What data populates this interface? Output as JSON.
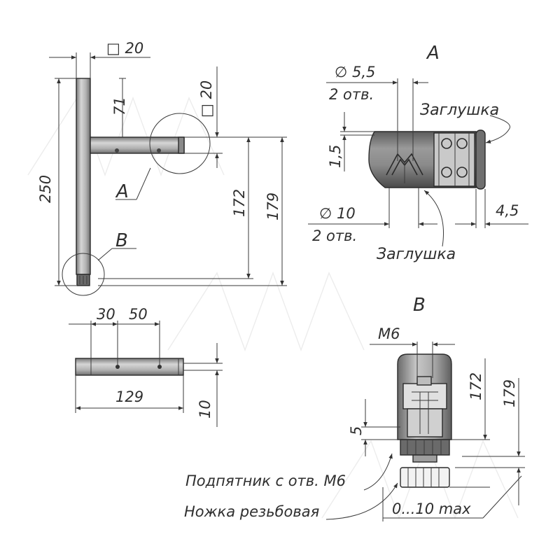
{
  "main_view": {
    "square_top": "□ 20",
    "square_arm": "□ 20",
    "dim_71": "71",
    "dim_250": "250",
    "dim_172": "172",
    "dim_179": "179",
    "label_A": "A",
    "label_B": "B"
  },
  "plan_view": {
    "dim_30": "30",
    "dim_50": "50",
    "dim_129": "129",
    "dim_10": "10"
  },
  "detail_A": {
    "title": "A",
    "hole_small_dia": "∅ 5,5",
    "hole_small_count": "2 отв.",
    "cap_top": "Заглушка",
    "dim_1_5": "1,5",
    "hole_large_dia": "∅ 10",
    "hole_large_count": "2 отв.",
    "dim_4_5": "4,5",
    "cap_bottom": "Заглушка"
  },
  "detail_B": {
    "title": "B",
    "thread": "M6",
    "dim_172": "172",
    "dim_179": "179",
    "dim_5": "5",
    "range": "0...10 max",
    "note_bearing": "Подпятник с отв. М6",
    "note_leg": "Ножка резьбовая"
  },
  "colors": {
    "steel_light": "#c8c8c8",
    "steel_mid": "#9a9a9a",
    "steel_dark": "#5a5a5a",
    "line": "#2a2a2a"
  }
}
